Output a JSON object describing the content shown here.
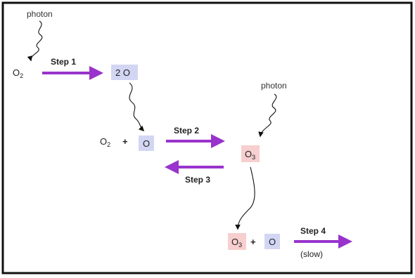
{
  "labels": {
    "photon": "photon",
    "step1": "Step 1",
    "step2": "Step 2",
    "step3": "Step 3",
    "step4": "Step 4",
    "slow": "(slow)"
  },
  "species": {
    "o2_base": "O",
    "o2_sub": "2",
    "o3_base": "O",
    "o3_sub": "3",
    "two_o": "2 O",
    "o": "O",
    "plus": "+"
  },
  "colors": {
    "arrow": "#9933cc",
    "o_box": "#d3d6f3",
    "o3_box": "#f7cfcf"
  }
}
